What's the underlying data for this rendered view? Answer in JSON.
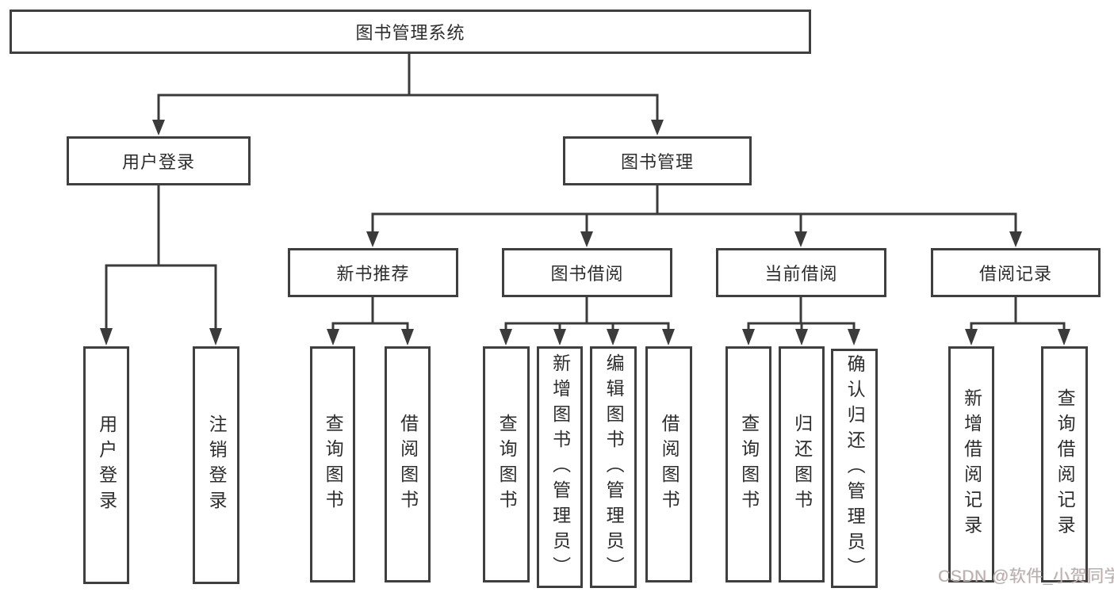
{
  "tree": {
    "root": {
      "label": "图书管理系统"
    },
    "level2": [
      {
        "label": "用户登录",
        "children": [
          {
            "label": "用户登录"
          },
          {
            "label": "注销登录"
          }
        ]
      },
      {
        "label": "图书管理",
        "children": [
          {
            "label": "新书推荐",
            "children": [
              {
                "label": "查询图书"
              },
              {
                "label": "借阅图书"
              }
            ]
          },
          {
            "label": "图书借阅",
            "children": [
              {
                "label": "查询图书"
              },
              {
                "label": "新增图书（管理员）"
              },
              {
                "label": "编辑图书（管理员）"
              },
              {
                "label": "借阅图书"
              }
            ]
          },
          {
            "label": "当前借阅",
            "children": [
              {
                "label": "查询图书"
              },
              {
                "label": "归还图书"
              },
              {
                "label": "确认归还（管理员）"
              }
            ]
          },
          {
            "label": "借阅记录",
            "children": [
              {
                "label": "新增借阅记录"
              },
              {
                "label": "查询借阅记录"
              }
            ]
          }
        ]
      }
    ]
  },
  "watermark": {
    "text": "CSDN @软件_小贺同学",
    "color": "#b5b0b0"
  },
  "colors": {
    "line": "#3b3b3b",
    "box_border": "#3f3f3f",
    "text": "#2d2d2d",
    "background": "#ffffff"
  }
}
